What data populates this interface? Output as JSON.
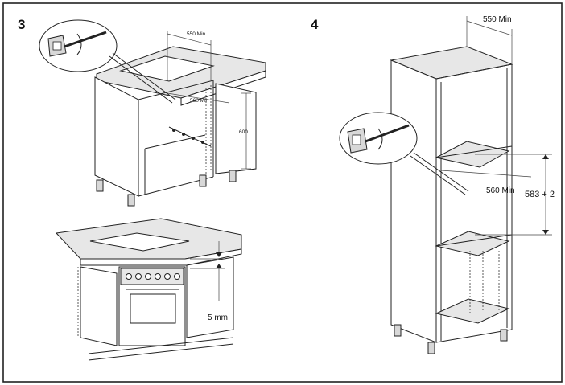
{
  "figures": {
    "fig3": {
      "step_number": "3",
      "dim_width_min": "550 Min",
      "dim_depth_min": "560 Min",
      "dim_height": "600",
      "dim_gap": "5 mm"
    },
    "fig4": {
      "step_number": "4",
      "dim_width_min": "550 Min",
      "dim_depth_min": "560 Min",
      "dim_height": "583 + 2"
    }
  },
  "colors": {
    "line": "#222222",
    "shade": "#e7e7e7",
    "background": "#ffffff"
  }
}
